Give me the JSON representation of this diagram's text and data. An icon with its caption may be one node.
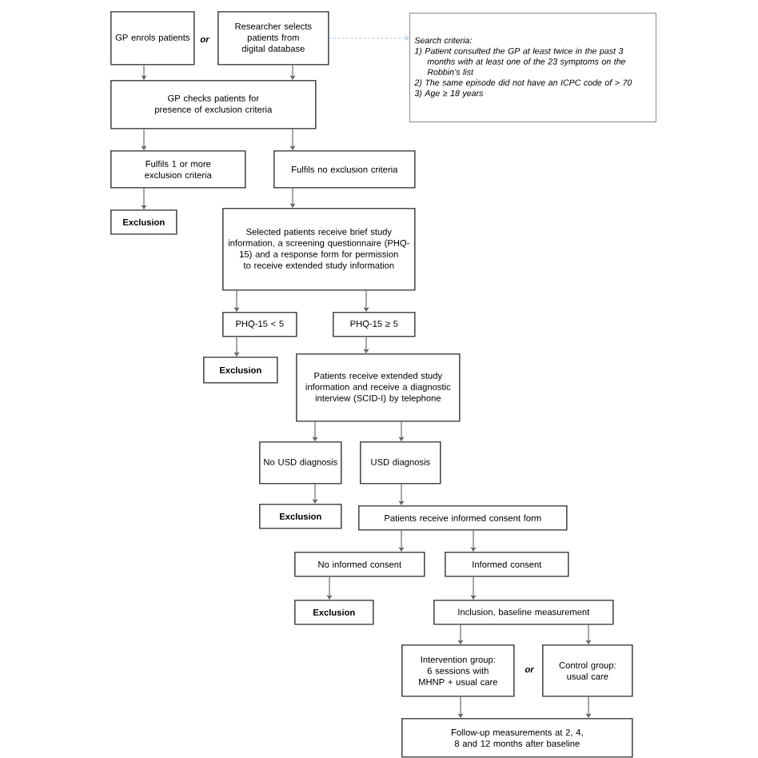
{
  "diagram": {
    "nodes": [
      {
        "text": [
          "GP enrols patients"
        ]
      },
      {
        "text": [
          "Researcher selects patients from digital database"
        ]
      },
      {
        "text": [
          "Search criteria:",
          "1) Patient consulted the GP at least twice in the past 3 months with at least one of the 23 symptoms on the Robbin’s list",
          "2) The same episode did not have an ICPC code of > 70",
          "3) Age ≥ 18 years"
        ]
      },
      {
        "text": [
          "GP checks patients for presence of exclusion criteria"
        ]
      },
      {
        "text": [
          "Fulfils 1 or more exclusion criteria"
        ]
      },
      {
        "text": [
          "Fulfils no exclusion criteria"
        ]
      },
      {
        "text": [
          "Exclusion"
        ]
      },
      {
        "text": [
          "Selected patients receive brief study information, a screening questionnaire (PHQ-15) and a response form for permission to receive extended study information"
        ]
      },
      {
        "text": [
          "PHQ-15 < 5"
        ]
      },
      {
        "text": [
          "PHQ-15 ≥ 5"
        ]
      },
      {
        "text": [
          "Exclusion"
        ]
      },
      {
        "text": [
          "Patients receive extended study information and receive a diagnostic interview (SCID-I) by telephone"
        ]
      },
      {
        "text": [
          "No USD diagnosis"
        ]
      },
      {
        "text": [
          "USD diagnosis"
        ]
      },
      {
        "text": [
          "Exclusion"
        ]
      },
      {
        "text": [
          "Patients receive informed consent form"
        ]
      },
      {
        "text": [
          "No informed consent"
        ]
      },
      {
        "text": [
          "Informed consent"
        ]
      },
      {
        "text": [
          "Exclusion"
        ]
      },
      {
        "text": [
          "Inclusion, baseline measurement"
        ]
      },
      {
        "text": [
          "Intervention group: 6 sessions with MHNP + usual care"
        ]
      },
      {
        "text": [
          "Control group: usual care"
        ]
      },
      {
        "text": [
          "Follow-up measurements at 2, 4, 8 and 12 months after baseline"
        ]
      }
    ],
    "edges": [
      {
        "from": 0,
        "to": 3,
        "arrow": "to"
      },
      {
        "from": 1,
        "to": 3,
        "arrow": "to"
      },
      {
        "from": 1,
        "to": 2,
        "arrow": "to",
        "style": "dashed",
        "color": "#8fb0d8"
      },
      {
        "from": 3,
        "to": 4,
        "arrow": "to"
      },
      {
        "from": 3,
        "to": 5,
        "arrow": "to"
      },
      {
        "from": 4,
        "to": 6,
        "arrow": "to"
      },
      {
        "from": 5,
        "to": 7,
        "arrow": "to"
      },
      {
        "from": 7,
        "to": 8,
        "arrow": "to"
      },
      {
        "from": 7,
        "to": 9,
        "arrow": "to"
      },
      {
        "from": 8,
        "to": 10,
        "arrow": "to"
      },
      {
        "from": 9,
        "to": 11,
        "arrow": "to"
      },
      {
        "from": 11,
        "to": 12,
        "arrow": "to"
      },
      {
        "from": 11,
        "to": 13,
        "arrow": "to"
      },
      {
        "from": 12,
        "to": 14,
        "arrow": "to"
      },
      {
        "from": 13,
        "to": 15,
        "arrow": "to"
      },
      {
        "from": 15,
        "to": 16,
        "arrow": "to"
      },
      {
        "from": 15,
        "to": 17,
        "arrow": "to"
      },
      {
        "from": 16,
        "to": 18,
        "arrow": "to"
      },
      {
        "from": 17,
        "to": 19,
        "arrow": "to"
      },
      {
        "from": 19,
        "to": 20,
        "arrow": "to"
      },
      {
        "from": 19,
        "to": 21,
        "arrow": "to"
      },
      {
        "from": 20,
        "to": 22,
        "arrow": "to"
      },
      {
        "from": 21,
        "to": 22,
        "arrow": "to"
      }
    ],
    "labels": [
      "or",
      "or"
    ]
  }
}
